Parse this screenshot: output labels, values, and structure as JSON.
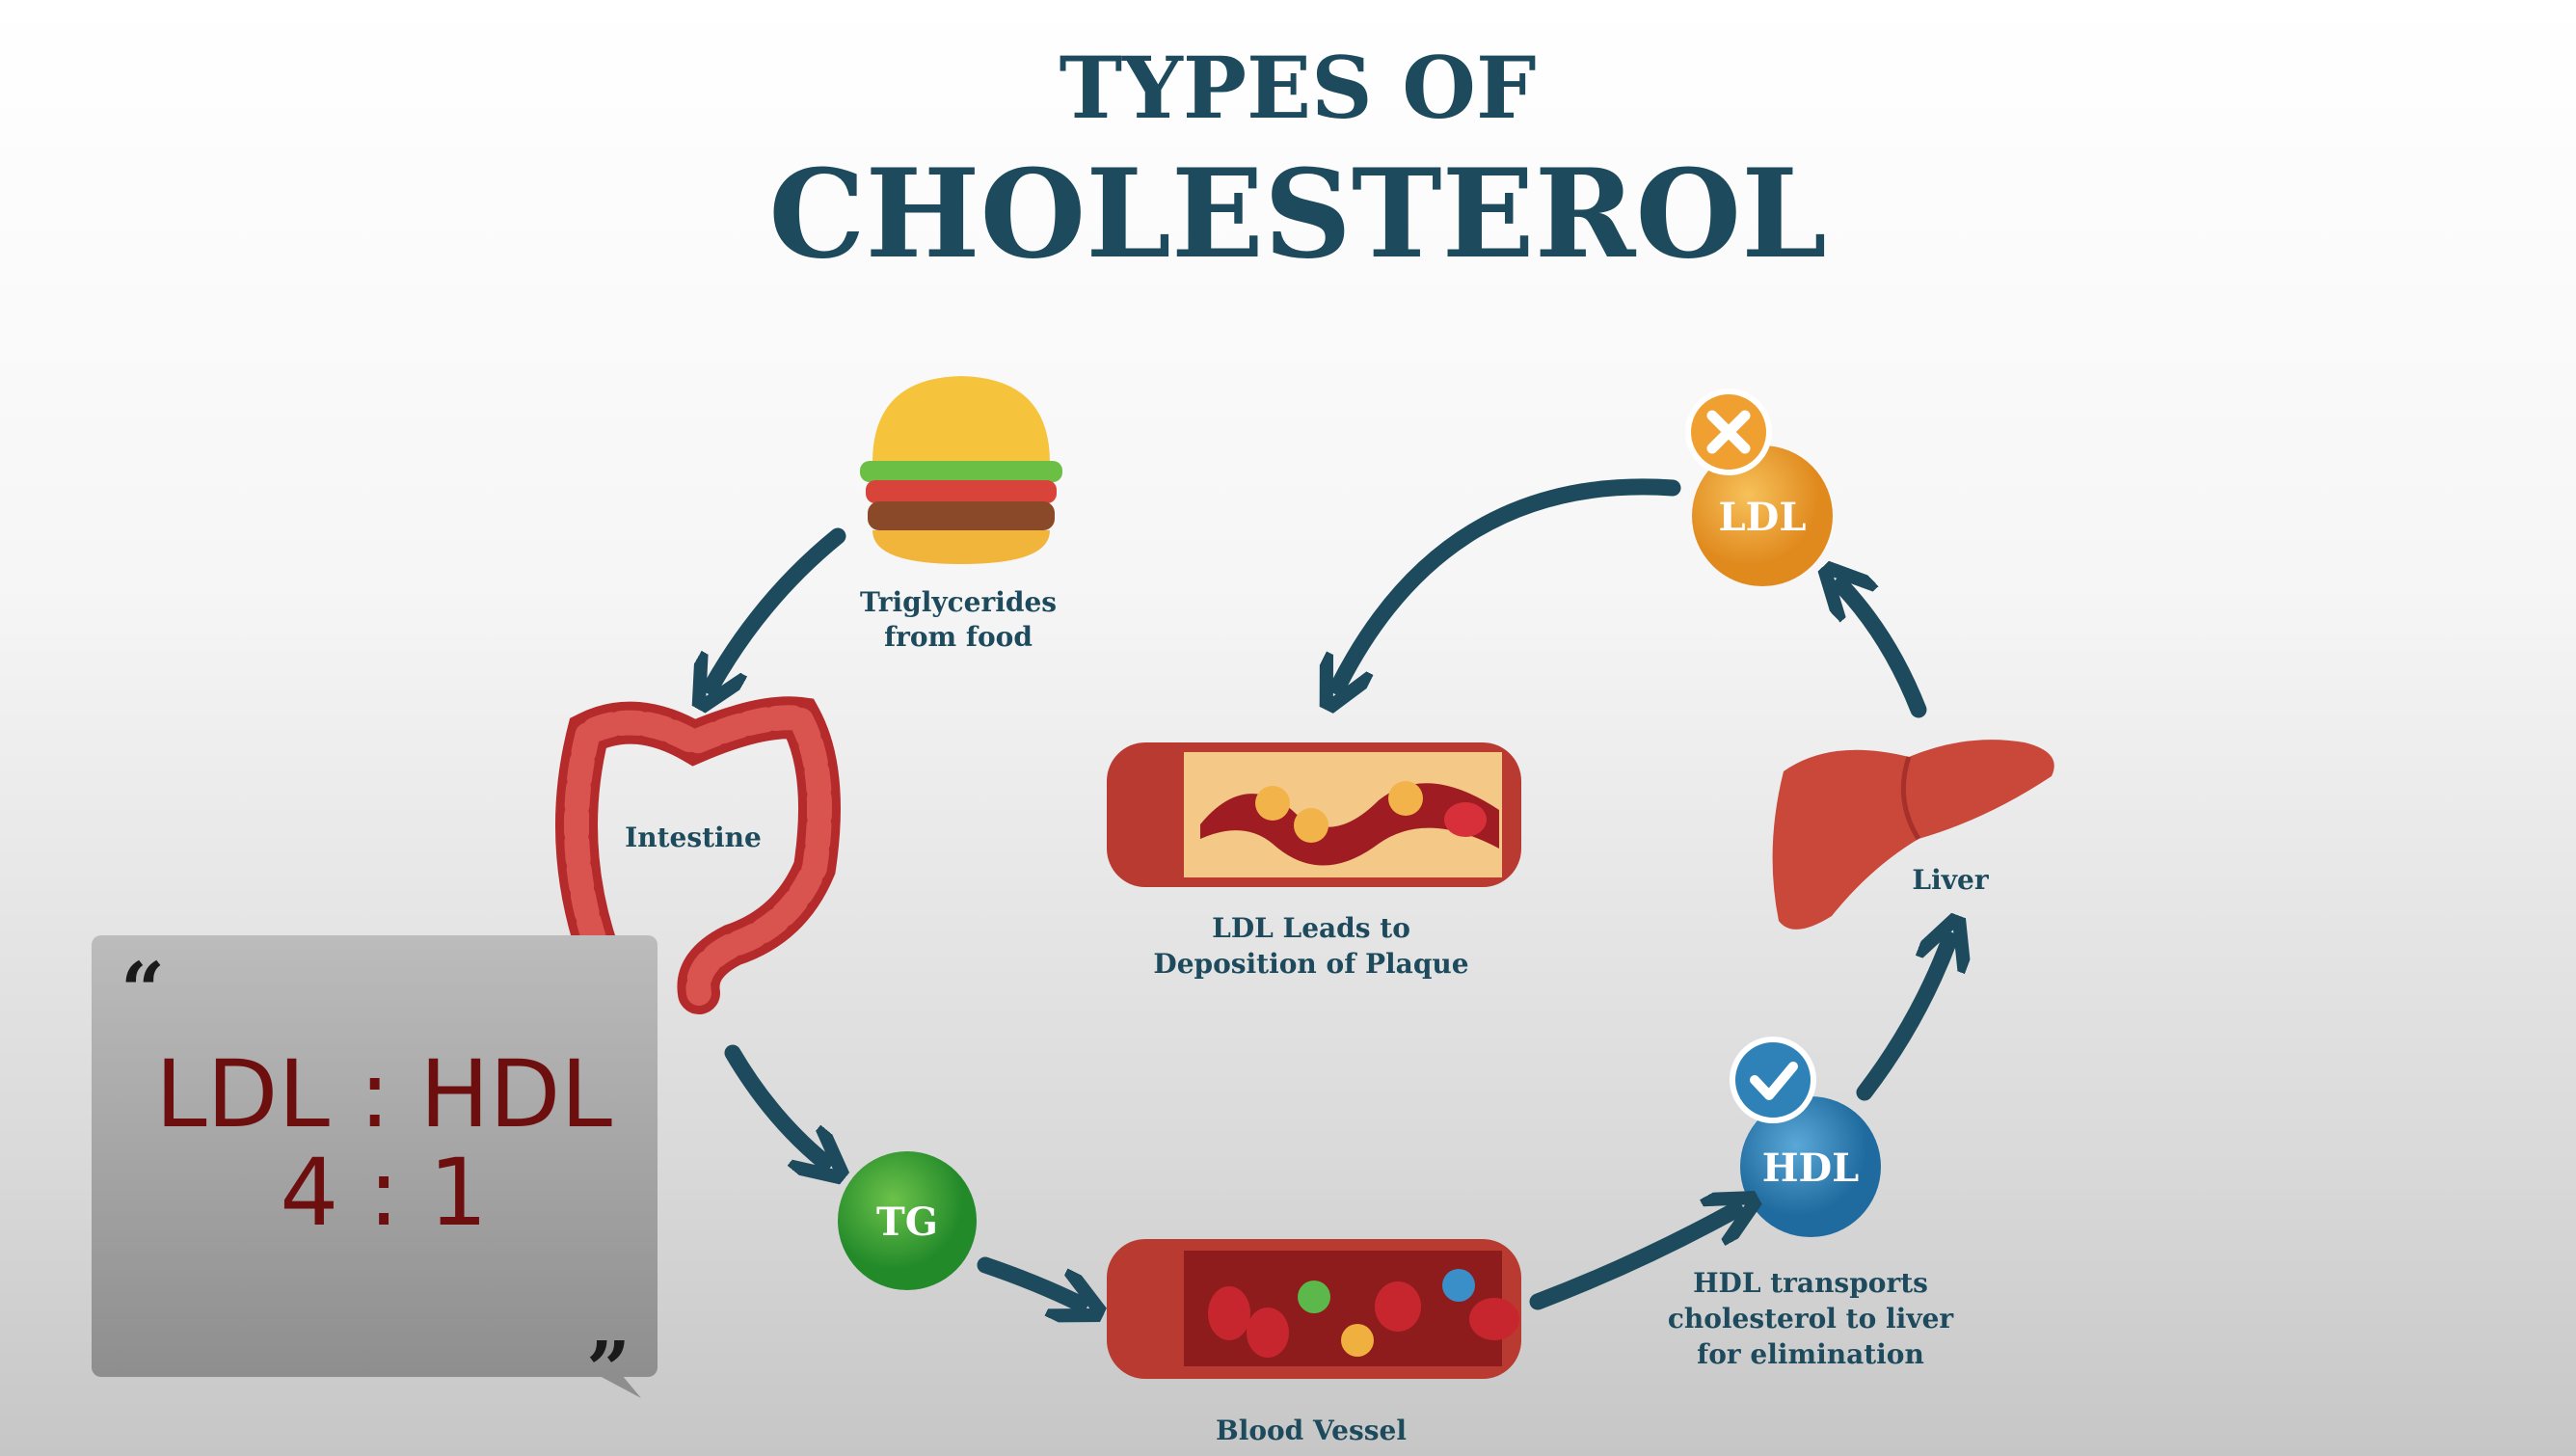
{
  "title": {
    "line1": "TYPES OF",
    "line2": "CHOLESTEROL"
  },
  "nodes": {
    "food": {
      "line1": "Triglycerides",
      "line2": "from food"
    },
    "intestine": "Intestine",
    "tg": "TG",
    "blood_vessel": "Blood Vessel",
    "hdl": {
      "badge": "HDL",
      "line1": "HDL transports",
      "line2": "cholesterol to liver",
      "line3": "for elimination"
    },
    "liver": "Liver",
    "ldl": {
      "badge": "LDL"
    },
    "plaque": {
      "line1": "LDL Leads to",
      "line2": "Deposition of Plaque"
    }
  },
  "quote_box": {
    "open_quote": "“",
    "ratio_labels": "LDL : HDL",
    "ratio_values": "4 : 1",
    "close_quote": "”"
  },
  "colors": {
    "text": "#1d4a5c",
    "ldl": "#f0a030",
    "hdl": "#2f82b8",
    "tg": "#3aa33a",
    "ratio": "#6e0f0f"
  }
}
